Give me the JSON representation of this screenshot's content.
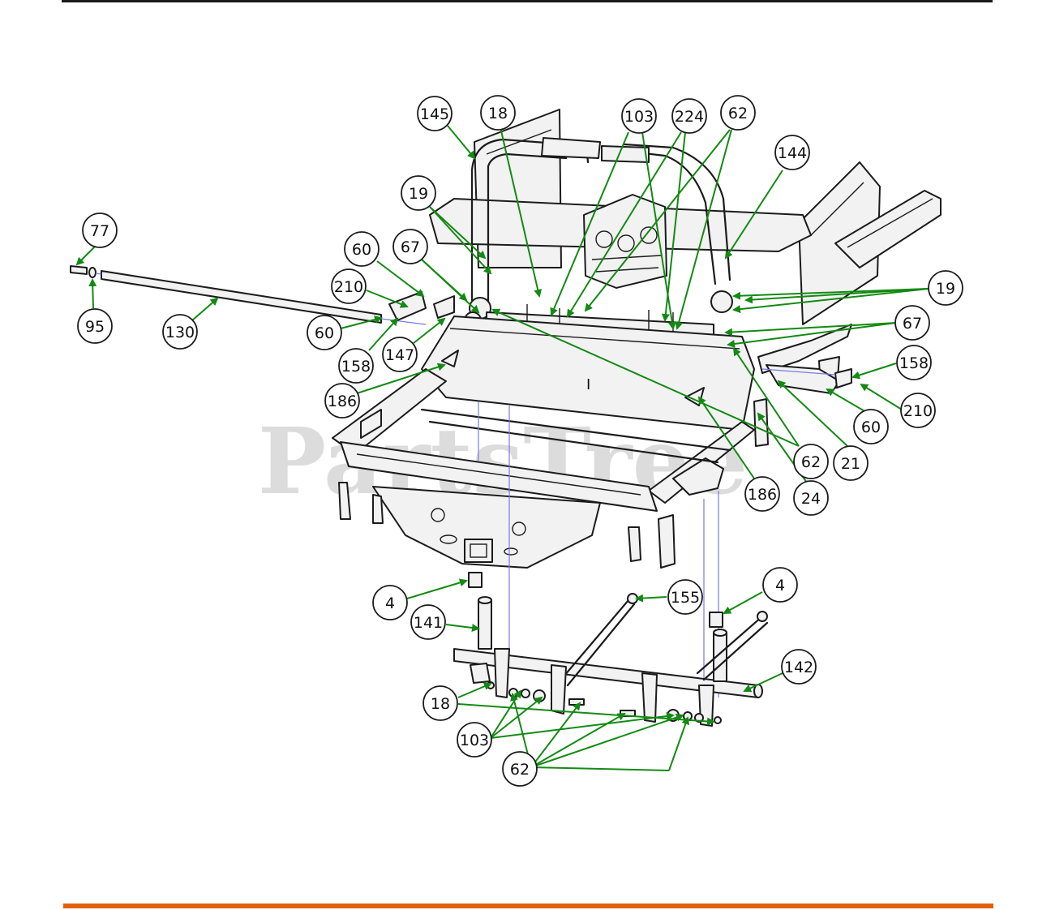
{
  "watermark": "PartsTree",
  "colors": {
    "leader": "#138a13",
    "callout_border": "#1b1b1b",
    "bottom_rule": "#e0600f",
    "assembly_line": "#7a78e6",
    "watermark": "#d6d6d6"
  },
  "callouts": [
    {
      "id": "c145",
      "label": "145"
    },
    {
      "id": "c18a",
      "label": "18"
    },
    {
      "id": "c103a",
      "label": "103"
    },
    {
      "id": "c224",
      "label": "224"
    },
    {
      "id": "c62a",
      "label": "62"
    },
    {
      "id": "c144",
      "label": "144"
    },
    {
      "id": "c19a",
      "label": "19"
    },
    {
      "id": "c77",
      "label": "77"
    },
    {
      "id": "c60a",
      "label": "60"
    },
    {
      "id": "c67a",
      "label": "67"
    },
    {
      "id": "c210a",
      "label": "210"
    },
    {
      "id": "c95",
      "label": "95"
    },
    {
      "id": "c130",
      "label": "130"
    },
    {
      "id": "c60b",
      "label": "60"
    },
    {
      "id": "c147",
      "label": "147"
    },
    {
      "id": "c158a",
      "label": "158"
    },
    {
      "id": "c186a",
      "label": "186"
    },
    {
      "id": "c19b",
      "label": "19"
    },
    {
      "id": "c67b",
      "label": "67"
    },
    {
      "id": "c158b",
      "label": "158"
    },
    {
      "id": "c210b",
      "label": "210"
    },
    {
      "id": "c60c",
      "label": "60"
    },
    {
      "id": "c21",
      "label": "21"
    },
    {
      "id": "c62b",
      "label": "62"
    },
    {
      "id": "c186b",
      "label": "186"
    },
    {
      "id": "c24",
      "label": "24"
    },
    {
      "id": "c4a",
      "label": "4"
    },
    {
      "id": "c141",
      "label": "141"
    },
    {
      "id": "c155",
      "label": "155"
    },
    {
      "id": "c4b",
      "label": "4"
    },
    {
      "id": "c142",
      "label": "142"
    },
    {
      "id": "c18b",
      "label": "18"
    },
    {
      "id": "c103b",
      "label": "103"
    },
    {
      "id": "c62c",
      "label": "62"
    },
    {
      "id": "c62d",
      "label": "I"
    }
  ]
}
